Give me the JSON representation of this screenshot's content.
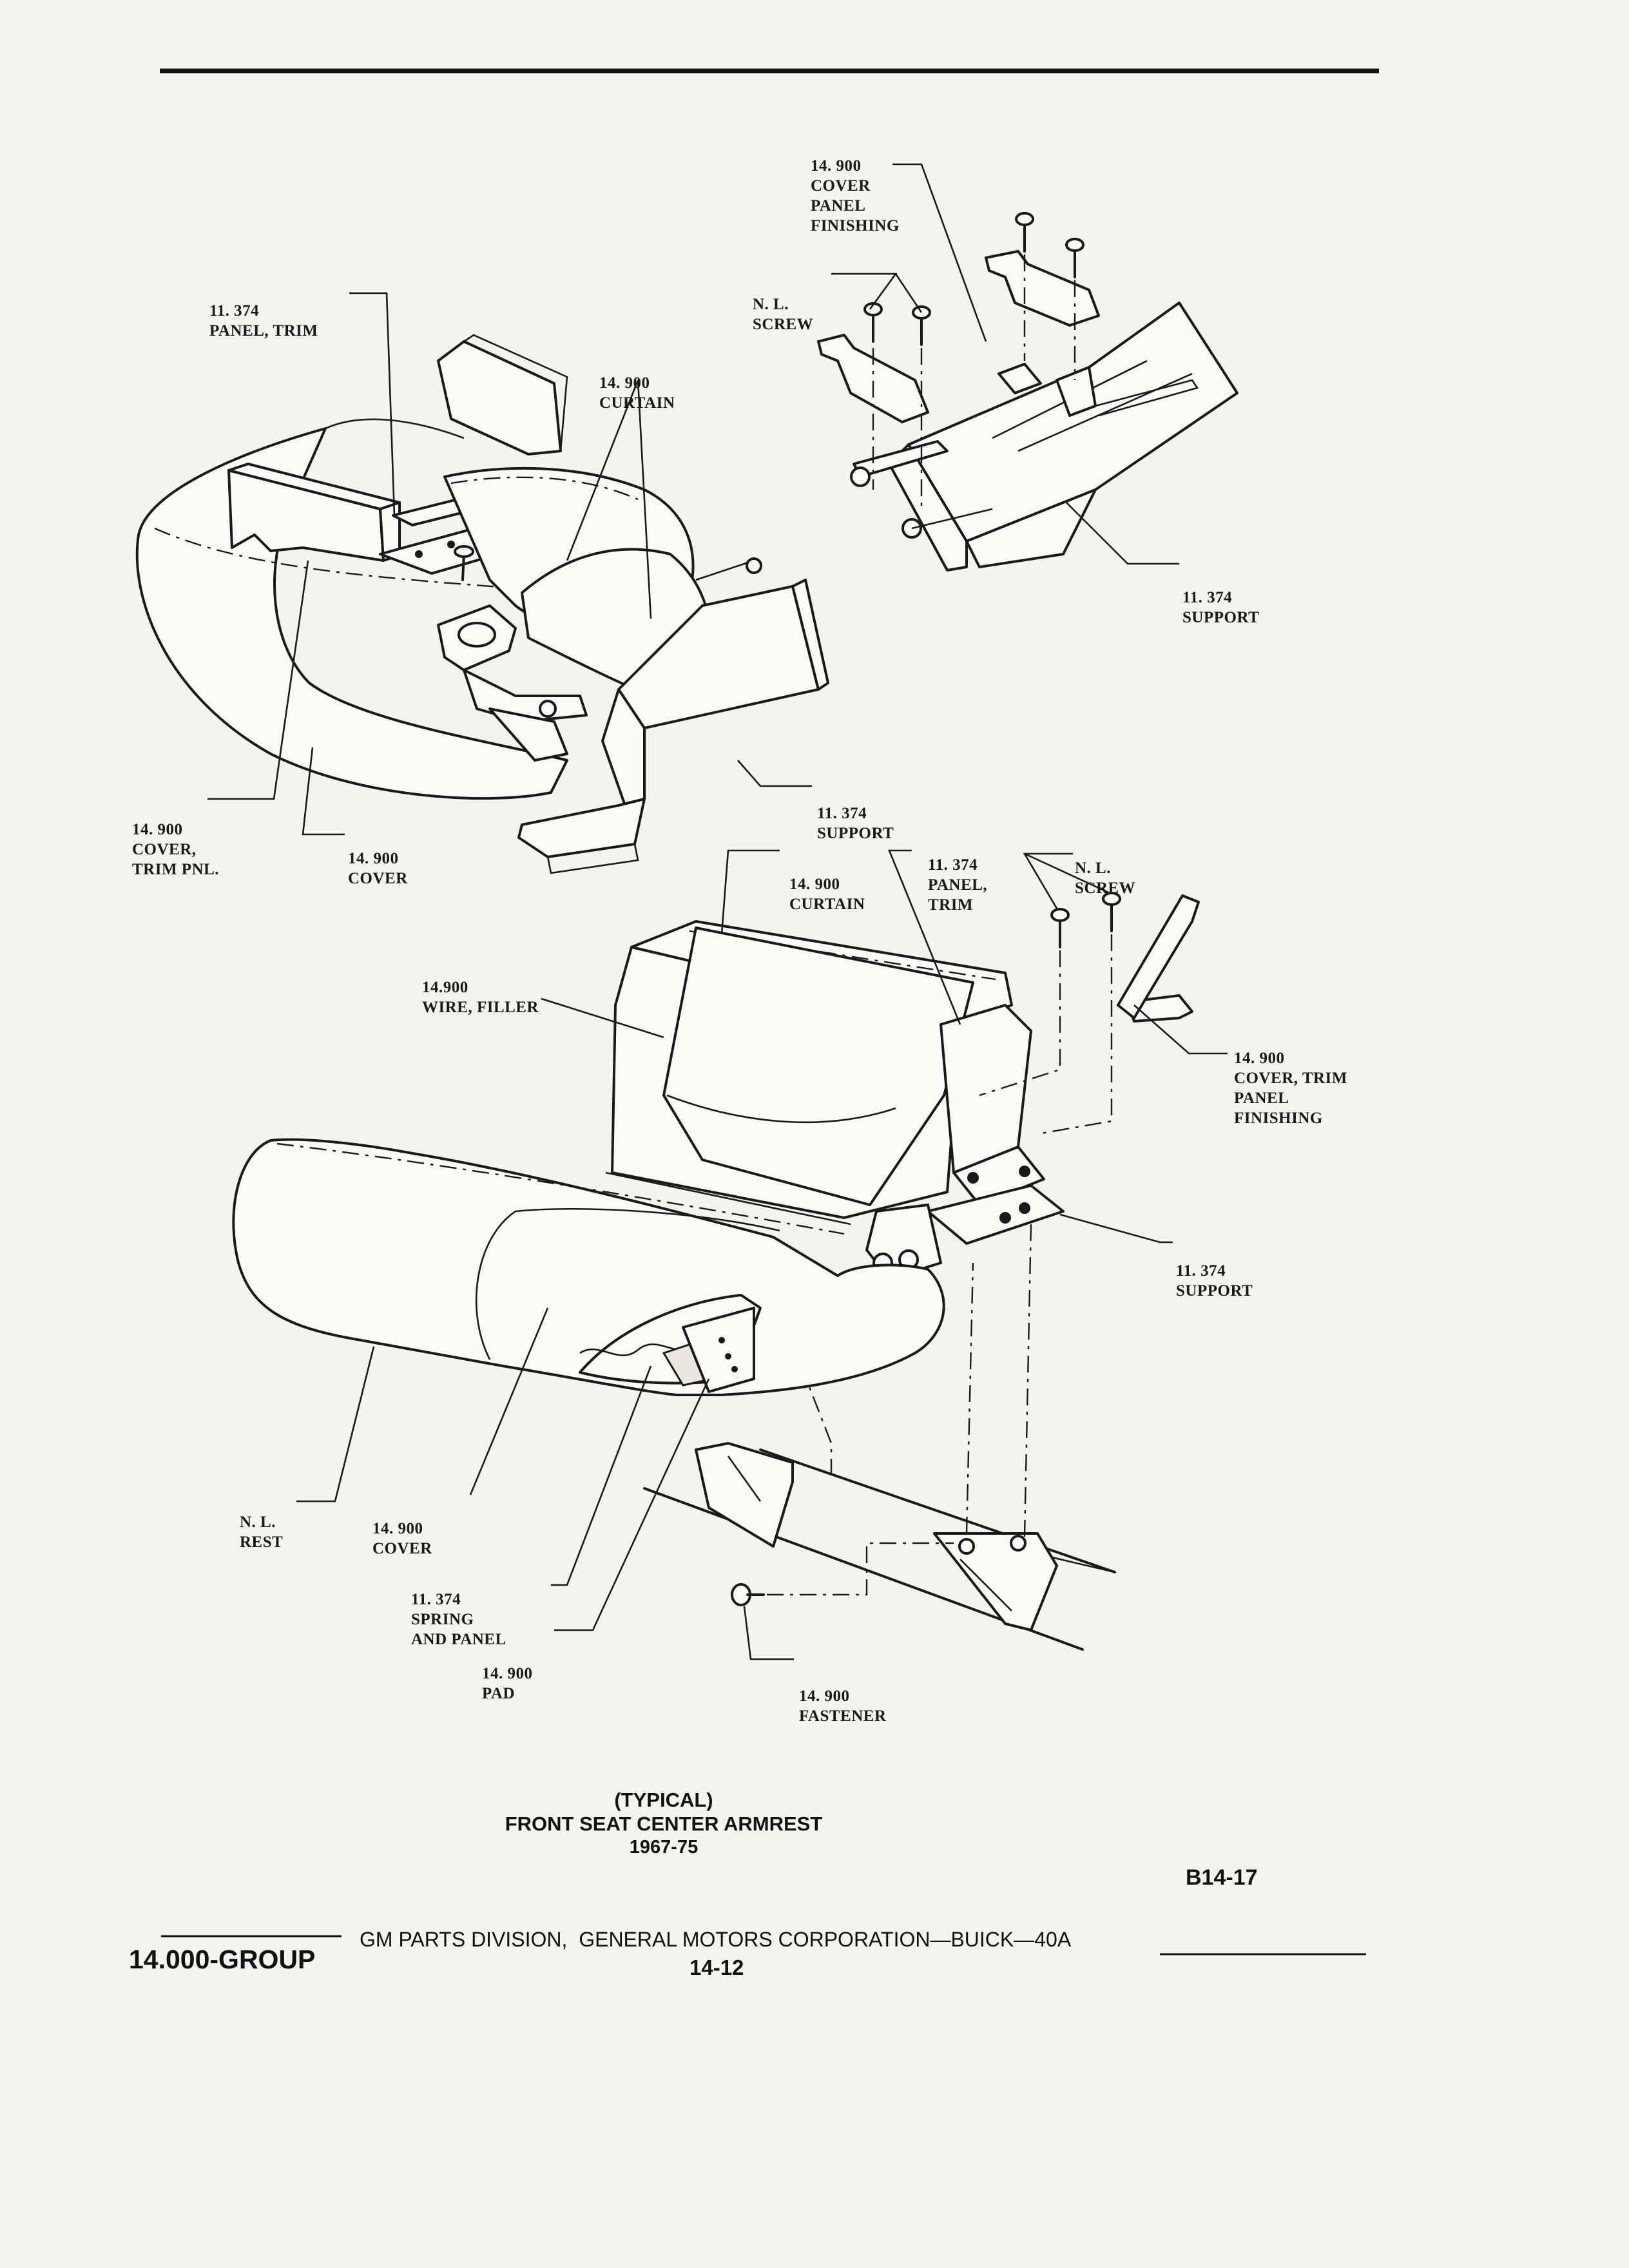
{
  "top_diagram_labels": {
    "cover_panel_finishing": [
      "14. 900",
      "COVER",
      "PANEL",
      "FINISHING"
    ],
    "nl_screw": [
      "N. L.",
      "SCREW"
    ],
    "panel_trim": [
      "11. 374",
      "PANEL, TRIM"
    ],
    "curtain": [
      "14. 900",
      "CURTAIN"
    ],
    "support_right": [
      "11. 374",
      "SUPPORT"
    ],
    "support_bottom": [
      "11. 374",
      "SUPPORT"
    ],
    "cover_trim_pnl": [
      "14. 900",
      "COVER,",
      "TRIM PNL."
    ],
    "cover": [
      "14. 900",
      "COVER"
    ]
  },
  "bottom_diagram_labels": {
    "curtain": [
      "14. 900",
      "CURTAIN"
    ],
    "panel_trim": [
      "11. 374",
      "PANEL,",
      "TRIM"
    ],
    "nl_screw": [
      "N. L.",
      "SCREW"
    ],
    "wire_filler": [
      "14.900",
      "WIRE, FILLER"
    ],
    "cover_trim_panel_finishing": [
      "14. 900",
      "COVER, TRIM",
      "PANEL",
      "FINISHING"
    ],
    "support": [
      "11. 374",
      "SUPPORT"
    ],
    "nl_rest": [
      "N. L.",
      "REST"
    ],
    "cover": [
      "14. 900",
      "COVER"
    ],
    "spring_and_panel": [
      "11. 374",
      "SPRING",
      "AND PANEL"
    ],
    "pad": [
      "14. 900",
      "PAD"
    ],
    "fastener": [
      "14. 900",
      "FASTENER"
    ]
  },
  "caption": {
    "line1": "(TYPICAL)",
    "line2": "FRONT SEAT CENTER ARMREST",
    "line3": "1967-75"
  },
  "figure_code": "B14-17",
  "footer": {
    "group": "14.000-GROUP",
    "publisher": "GM PARTS DIVISION,  GENERAL MOTORS CORPORATION—BUICK—40A",
    "page_number": "14-12"
  }
}
